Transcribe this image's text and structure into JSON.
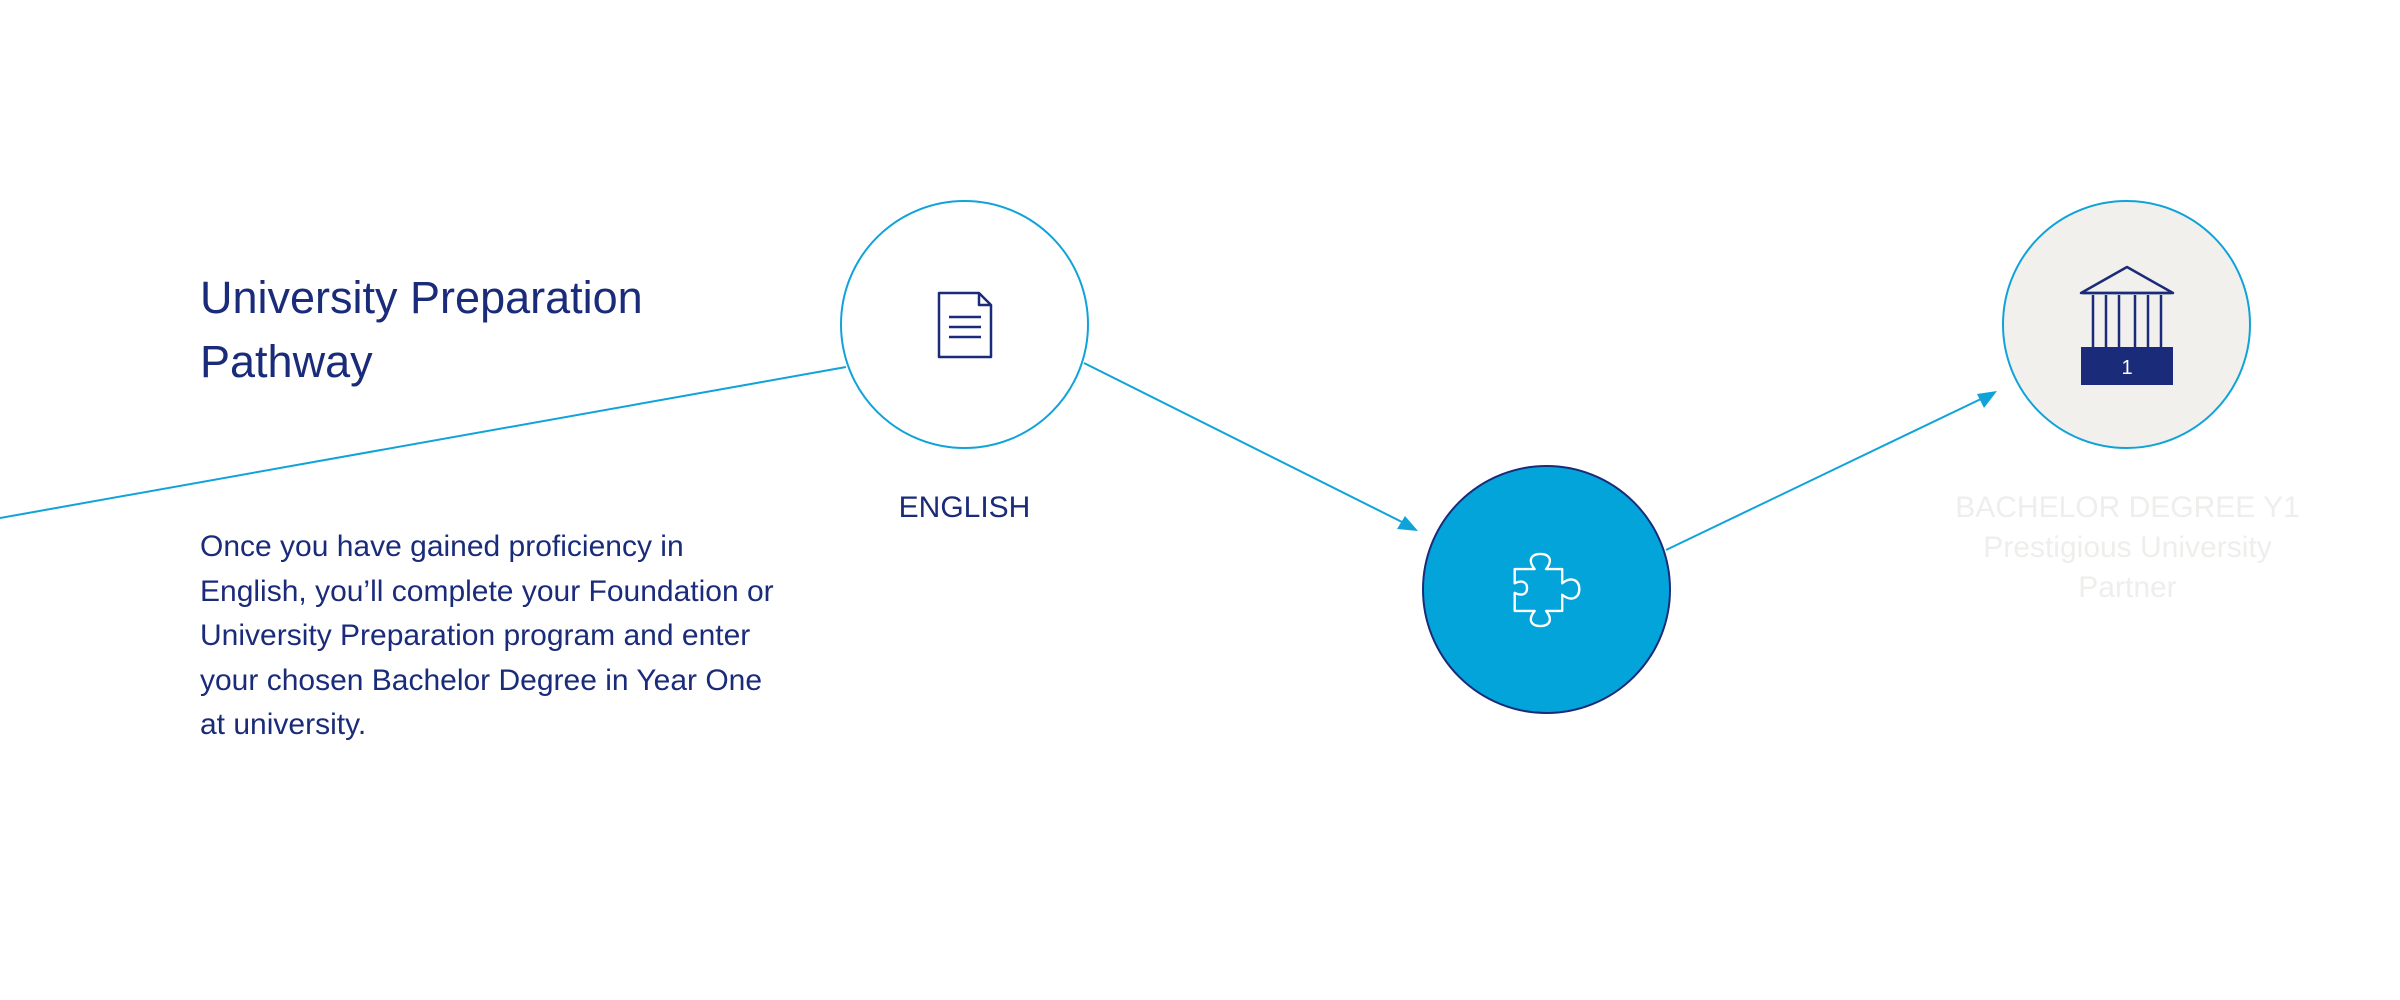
{
  "heading": {
    "title": "University Preparation Pathway"
  },
  "description": "Once you have gained proficiency in English, you’ll complete your Foundation or University Preparation program and enter your chosen Bachelor Degree in Year One at university.",
  "steps": [
    {
      "label": "ENGLISH",
      "icon": "document-icon"
    },
    {
      "label": "",
      "icon": "puzzle-piece-icon"
    },
    {
      "label_line1": "BACHELOR DEGREE Y1",
      "label_line2": "Prestigious University",
      "label_line3": "Partner",
      "icon": "university-building-icon",
      "badge": "1"
    }
  ],
  "colors": {
    "navy": "#1a2b7a",
    "cyan": "#03a4da",
    "cyan_line": "#10a3da",
    "light_bg": "#f2f0ec",
    "faded_text": "#eeeeec"
  }
}
